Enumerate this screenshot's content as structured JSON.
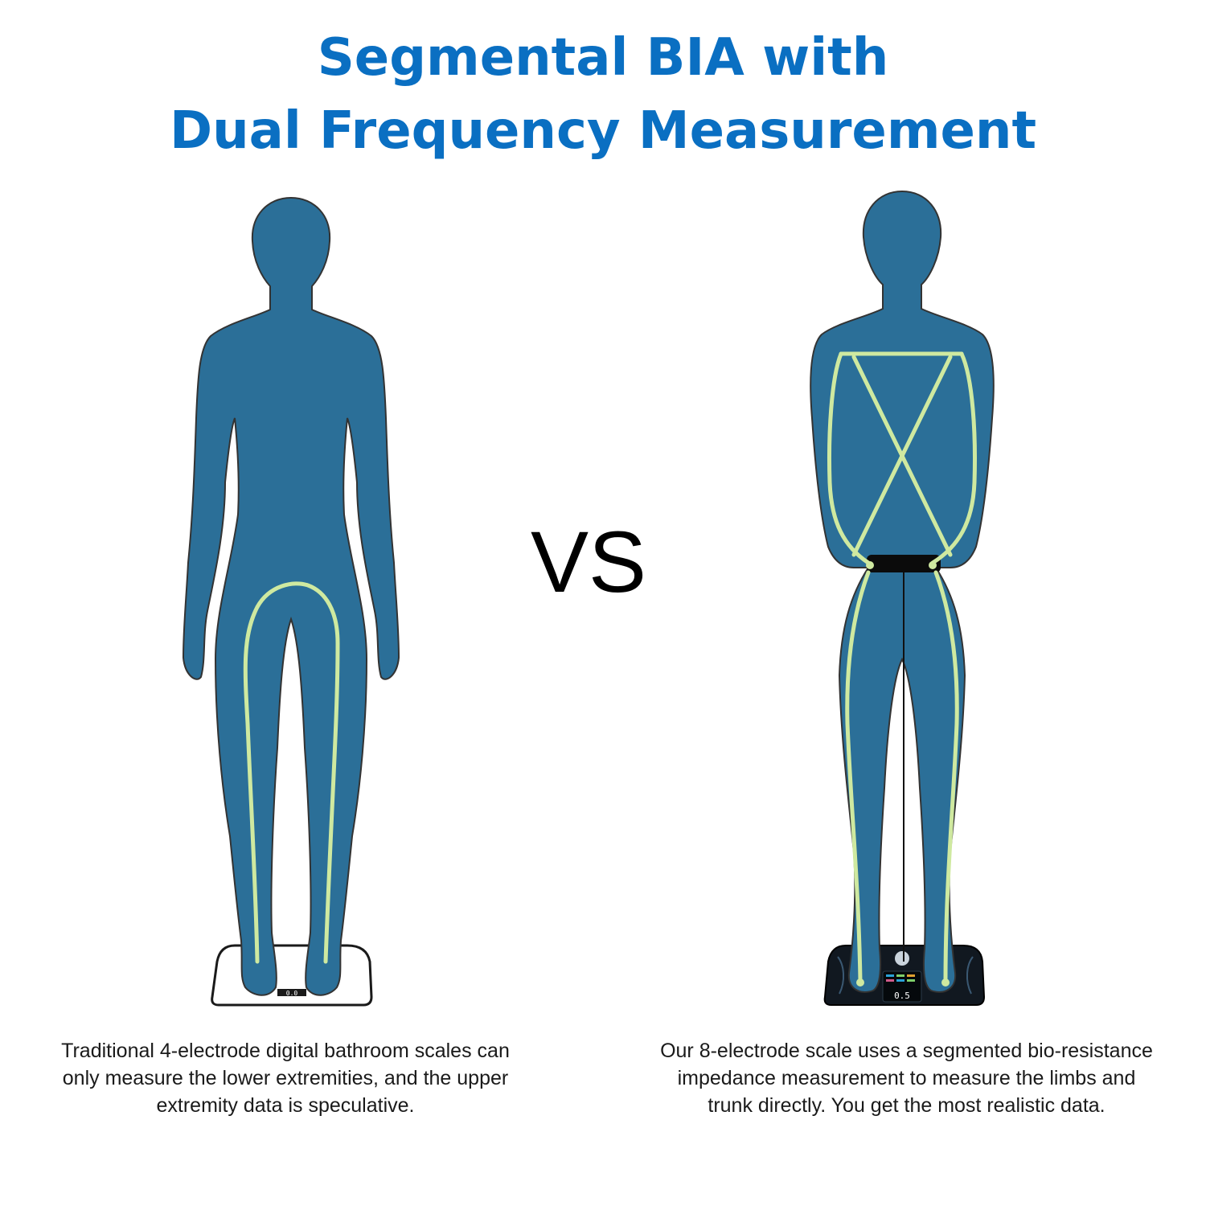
{
  "title": {
    "line1": "Segmental BIA with",
    "line2": "Dual Frequency Measurement"
  },
  "vs_label": "VS",
  "left_panel": {
    "caption_lines": [
      "Traditional 4-electrode digital bathroom scales can",
      "only measure the lower extremities, and the upper",
      "extremity data is speculative."
    ],
    "scale_display": "0.0"
  },
  "right_panel": {
    "caption_lines": [
      "Our 8-electrode scale uses a segmented bio-resistance",
      "impedance measurement to measure the limbs and",
      "trunk directly. You get the most realistic data."
    ],
    "scale_display": "0.5"
  },
  "colors": {
    "title": "#0a6fc2",
    "body": "#2b6f98",
    "current_path": "#cfe9a0"
  }
}
